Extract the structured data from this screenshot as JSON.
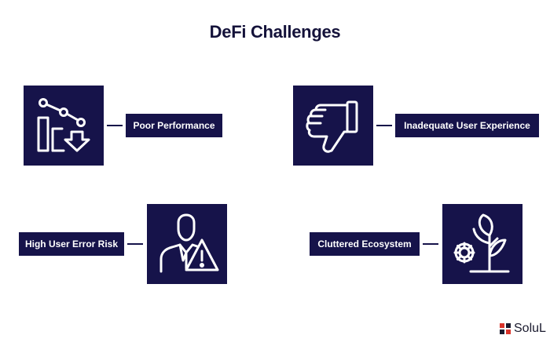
{
  "title": "DeFi Challenges",
  "colors": {
    "navy": "#16134a",
    "title": "#14123a",
    "brand_accent": "#d9342b"
  },
  "challenges": [
    {
      "label": "Poor Performance",
      "icon": "declining-chart-icon"
    },
    {
      "label": "Inadequate User Experience",
      "icon": "thumbs-down-icon"
    },
    {
      "label": "High User Error Risk",
      "icon": "user-warning-icon"
    },
    {
      "label": "Cluttered Ecosystem",
      "icon": "plant-gear-icon"
    }
  ],
  "brand": {
    "text": "SoluL",
    "icon": "brand-logo-icon"
  }
}
